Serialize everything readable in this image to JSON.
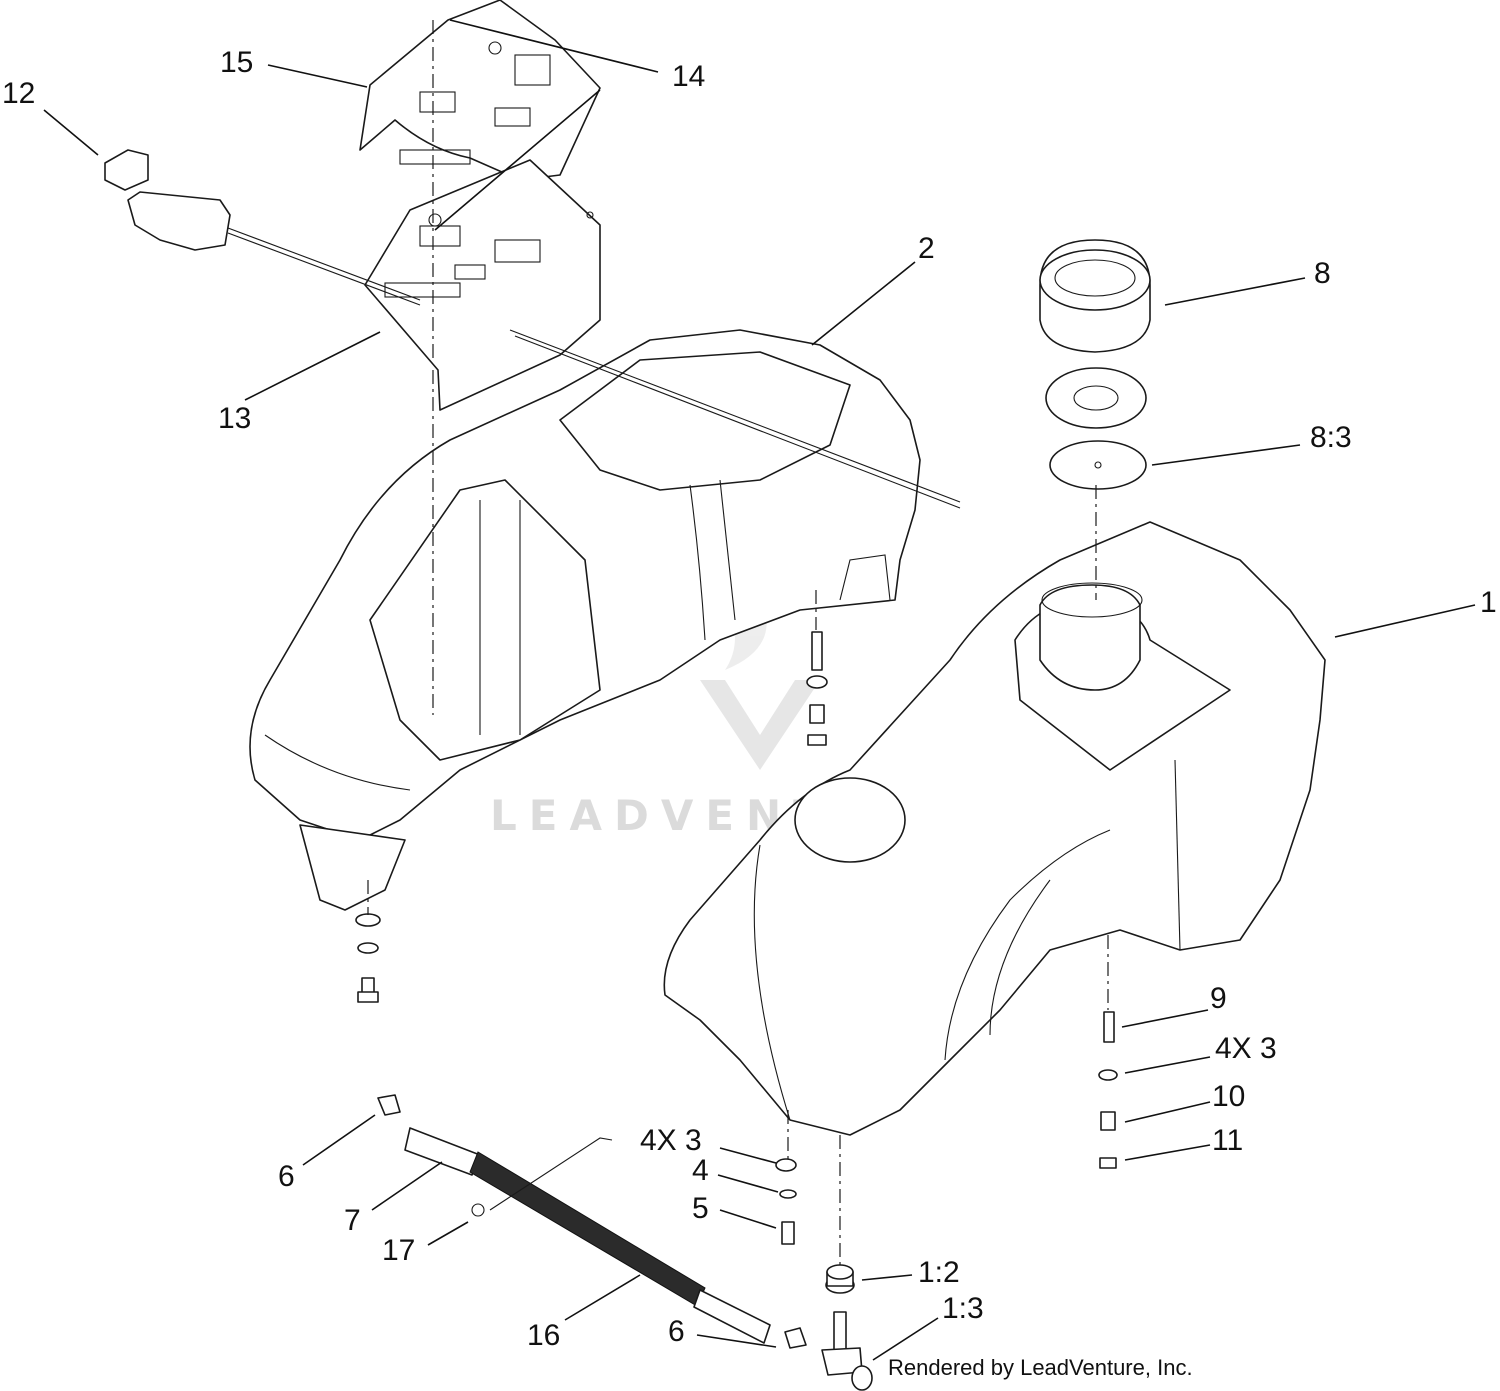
{
  "diagram": {
    "credit": "Rendered by LeadVenture, Inc.",
    "watermark": "LEADVENTURE",
    "callouts": [
      {
        "id": "c1",
        "label": "1"
      },
      {
        "id": "c2",
        "label": "2"
      },
      {
        "id": "c4x3a",
        "label": "4X 3"
      },
      {
        "id": "c4",
        "label": "4"
      },
      {
        "id": "c5",
        "label": "5"
      },
      {
        "id": "c6a",
        "label": "6"
      },
      {
        "id": "c6b",
        "label": "6"
      },
      {
        "id": "c7",
        "label": "7"
      },
      {
        "id": "c8",
        "label": "8"
      },
      {
        "id": "c83",
        "label": "8:3"
      },
      {
        "id": "c9",
        "label": "9"
      },
      {
        "id": "c4x3b",
        "label": "4X 3"
      },
      {
        "id": "c10",
        "label": "10"
      },
      {
        "id": "c11",
        "label": "11"
      },
      {
        "id": "c12",
        "label": "12"
      },
      {
        "id": "c13",
        "label": "13"
      },
      {
        "id": "c14",
        "label": "14"
      },
      {
        "id": "c15",
        "label": "15"
      },
      {
        "id": "c16",
        "label": "16"
      },
      {
        "id": "c17",
        "label": "17"
      },
      {
        "id": "c12b",
        "label": "1:2"
      },
      {
        "id": "c13b",
        "label": "1:3"
      }
    ]
  }
}
